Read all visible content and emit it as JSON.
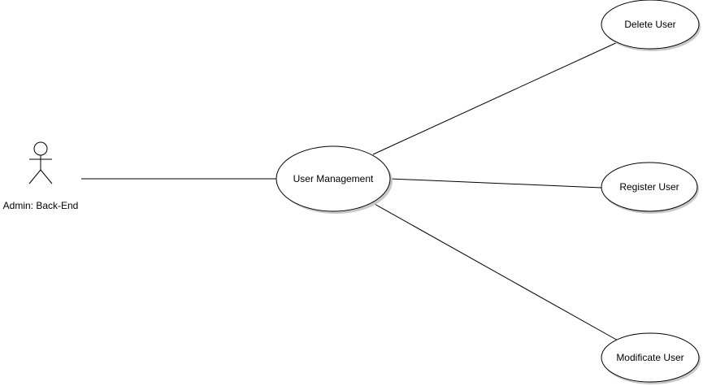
{
  "diagram": {
    "actor": {
      "label": "Admin: Back-End"
    },
    "use_cases": {
      "main": {
        "label": "User Management"
      },
      "delete": {
        "label": "Delete User"
      },
      "register": {
        "label": "Register User"
      },
      "modify": {
        "label": "Modificate User"
      }
    }
  }
}
